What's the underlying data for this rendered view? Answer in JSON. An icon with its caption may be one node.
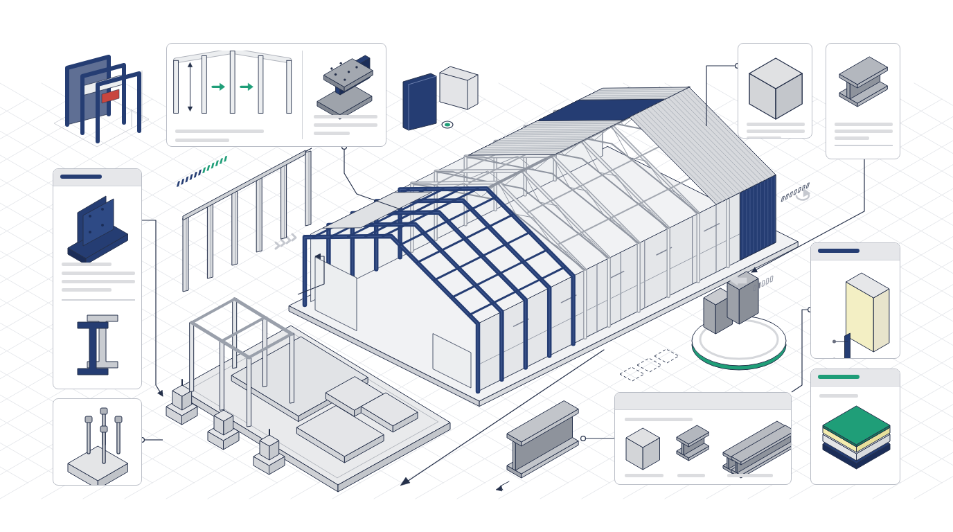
{
  "diagram": {
    "nodes": [
      {
        "text": [],
        "shape": "box"
      },
      {
        "text": [],
        "shape": "box"
      },
      {
        "text": [],
        "shape": "box"
      },
      {
        "text": [],
        "shape": "box"
      },
      {
        "text": [],
        "shape": "box"
      },
      {
        "text": [],
        "shape": "box"
      },
      {
        "text": [],
        "shape": "box"
      },
      {
        "text": [],
        "shape": "box"
      },
      {
        "text": [],
        "shape": "picture"
      },
      {
        "text": [],
        "shape": "picture"
      },
      {
        "text": [],
        "shape": "picture"
      }
    ],
    "edges": [
      {
        "from": 0,
        "to": null,
        "arrow": "other"
      },
      {
        "from": 1,
        "to": null,
        "arrow": "other"
      },
      {
        "from": 2,
        "to": null,
        "arrow": "to"
      },
      {
        "from": 3,
        "to": 9,
        "arrow": "to"
      },
      {
        "from": 4,
        "to": 9,
        "arrow": "other"
      },
      {
        "from": 5,
        "to": 7,
        "arrow": "other"
      },
      {
        "from": 10,
        "to": 7,
        "arrow": "other"
      },
      {
        "from": 9,
        "to": 8,
        "arrow": "to"
      }
    ]
  }
}
